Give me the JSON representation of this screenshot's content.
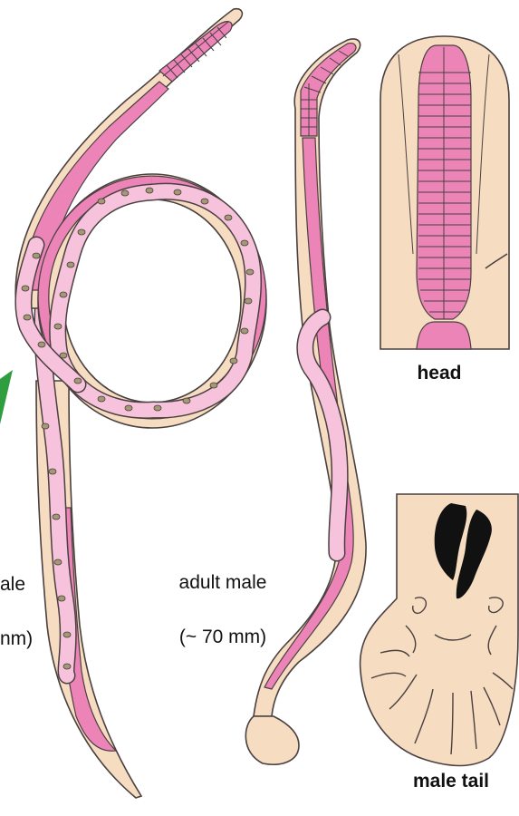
{
  "labels": {
    "female_cut_line1": "ale",
    "female_cut_line2": "nm)",
    "male_line1": "adult male",
    "male_line2": "(~ 70 mm)",
    "head": "head",
    "male_tail": "male tail"
  },
  "colors": {
    "body": "#f6dcc0",
    "organ": "#ec84b8",
    "uterus": "#f7c2dc",
    "egg": "#a39a73",
    "outline": "#4a4040",
    "spicule": "#111111",
    "arrow": "#2e9e3e"
  }
}
